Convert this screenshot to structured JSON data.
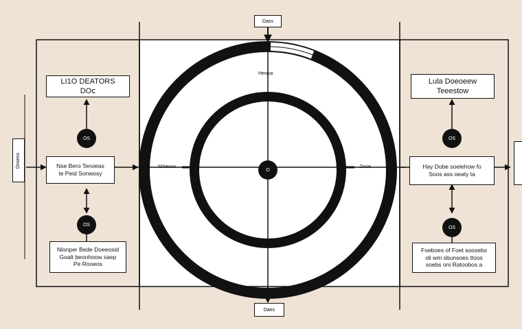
{
  "top_tab": "Dass",
  "bottom_tab": "Daes",
  "left": {
    "top_box": [
      "LI1O DEATORS",
      "DOⅽ"
    ],
    "mid_box": [
      "Nse Bero Tenoeas",
      "te Peid Sonwosy"
    ],
    "bottom_box": [
      "Nlonper Bede Doeeosid",
      "Goalt beonhoow saep",
      "Pe Rooeos"
    ],
    "node_top": "OS",
    "node_bottom": "OS",
    "side_tag": "Dosess"
  },
  "right": {
    "top_box": [
      "Lula Doeoeew",
      "Teeestow"
    ],
    "mid_box": [
      "Hay Dobe soelehow fo",
      "Soos ass oeaty ta"
    ],
    "bottom_box": [
      "Foeboes of Foet soosebs",
      "oli wm sbunsoes ttoos",
      "soebs oni Ratoobos a"
    ],
    "node_top": "OS",
    "node_bottom": "OS"
  },
  "center": {
    "node": "O",
    "top_label": "Hewsa",
    "left_label": "Nrhesou",
    "right_label": "Doos"
  }
}
